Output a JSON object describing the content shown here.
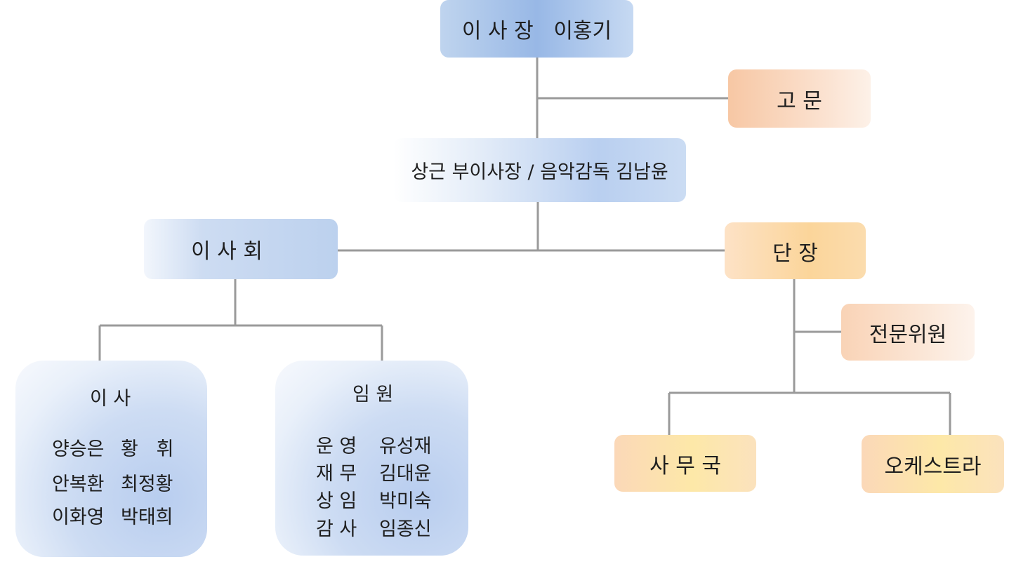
{
  "chairman": "이 사 장   이홍기",
  "advisor": "고 문",
  "vice_chairman": "상근 부이사장 / 음악감독 김남윤",
  "board": "이 사 회",
  "director": "단 장",
  "specialist": "전문위원",
  "secretariat": "사 무 국",
  "orchestra": "오케스트라",
  "directors_panel": {
    "title": "이 사",
    "rows": [
      {
        "a": "양승은",
        "b": "황   휘"
      },
      {
        "a": "안복환",
        "b": "최정황"
      },
      {
        "a": "이화영",
        "b": "박태희"
      }
    ]
  },
  "officers_panel": {
    "title": "임 원",
    "rows": [
      {
        "role": "운 영",
        "name": "유성재"
      },
      {
        "role": "재 무",
        "name": "김대윤"
      },
      {
        "role": "상 임",
        "name": "박미숙"
      },
      {
        "role": "감 사",
        "name": "임종신"
      }
    ]
  },
  "colors": {
    "connector": "#999999",
    "blue_node": "#98b8e6",
    "peach_node": "#f7c7a4"
  }
}
